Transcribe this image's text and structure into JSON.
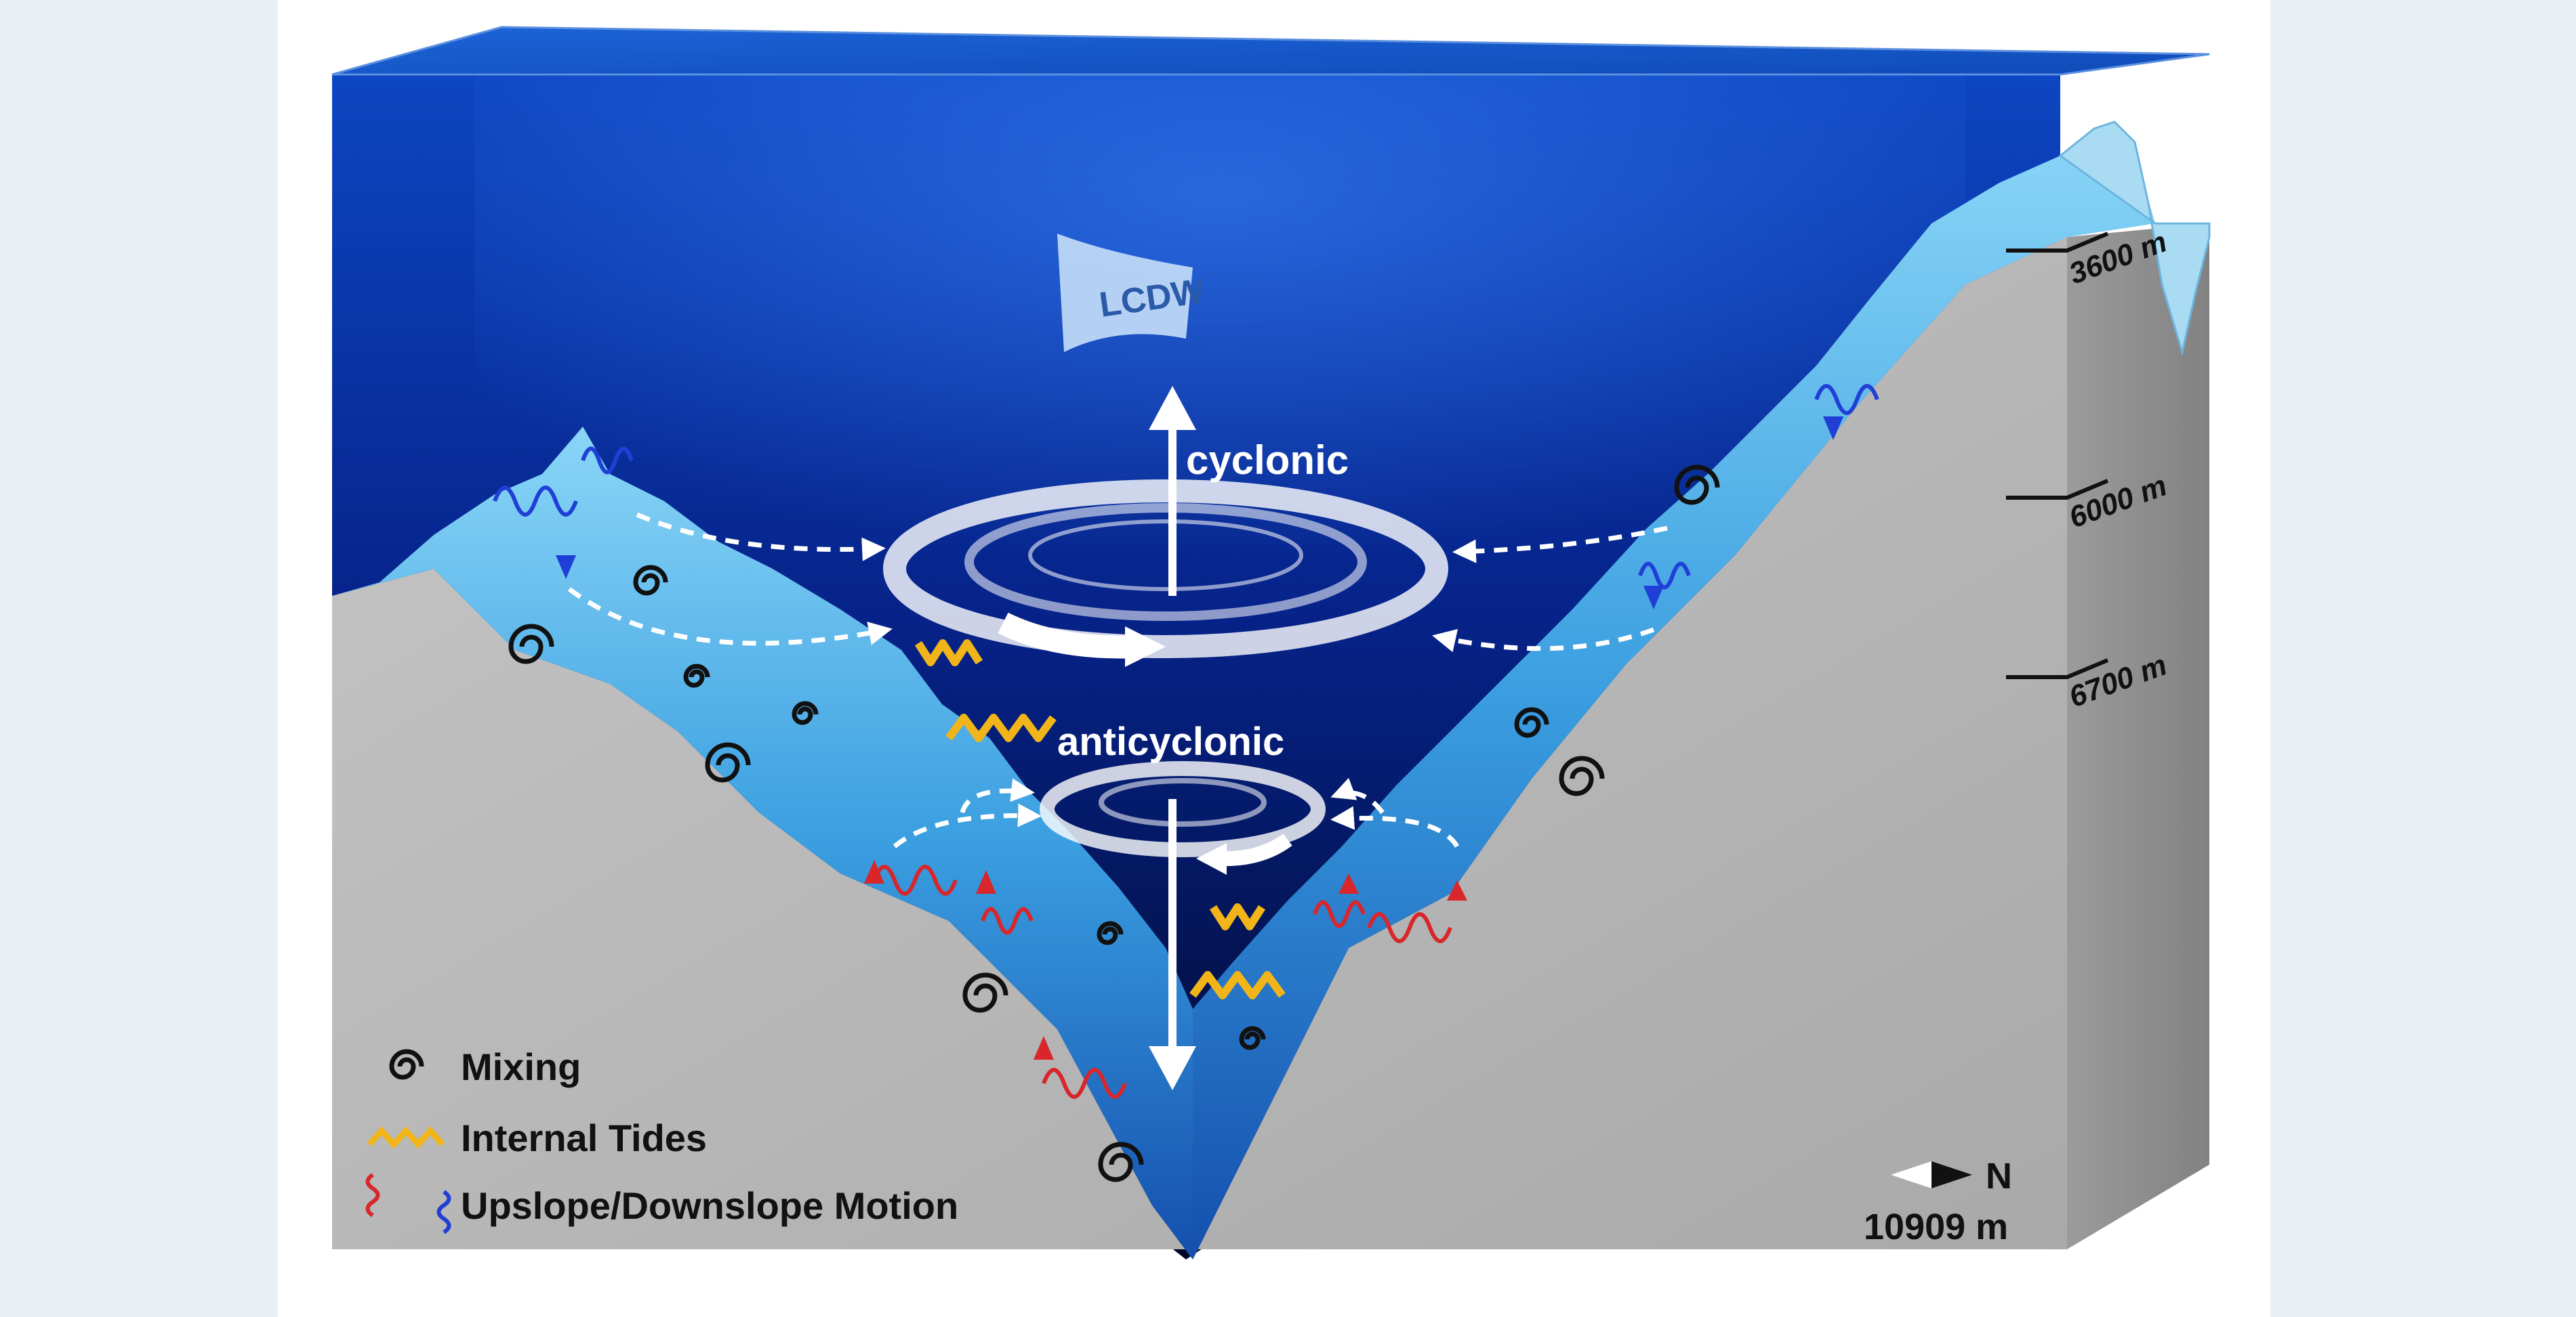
{
  "diagram": {
    "colors": {
      "water_top": "#0a3aa8",
      "water_deep": "#020b3a",
      "slope_light": "#7fd0f4",
      "slope_dark": "#1f78c8",
      "rock": "#bdbdbd",
      "rock_side": "#a4a4a4",
      "upslope": "#d8262a",
      "downslope": "#1f3fd6",
      "tides": "#f2b519",
      "circulation": "#ffffff"
    },
    "water_mass": "LCDW",
    "circulation": {
      "upper": "cyclonic",
      "lower": "anticyclonic"
    },
    "depth_marks": [
      "3600 m",
      "6000 m",
      "6700 m"
    ],
    "legend": {
      "mixing": "Mixing",
      "tides": "Internal Tides",
      "motion": "Upslope/Downslope Motion"
    },
    "compass": {
      "north": "N",
      "max_depth": "10909 m"
    },
    "icons": [
      "spiral-icon",
      "wave-arrow-icon",
      "zigzag-icon",
      "north-arrow-icon"
    ]
  }
}
